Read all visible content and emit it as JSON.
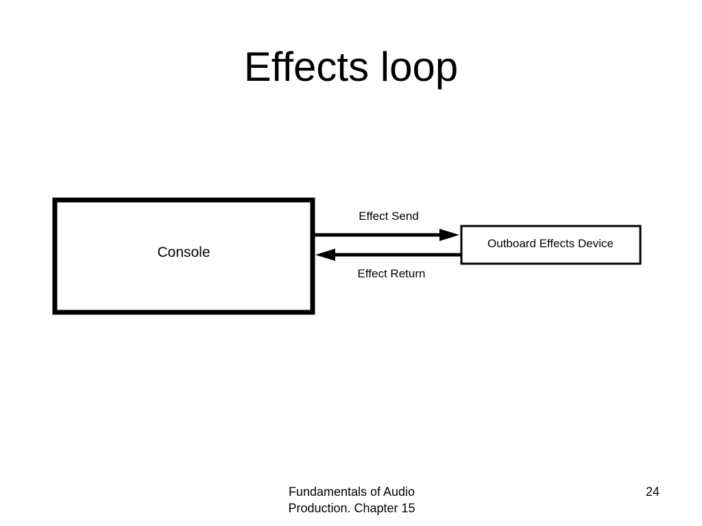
{
  "slide": {
    "title": "Effects loop",
    "footer_line1": "Fundamentals of Audio",
    "footer_line2": "Production. Chapter 15",
    "page_number": "24"
  },
  "diagram": {
    "console_label": "Console",
    "device_label": "Outboard Effects Device",
    "send_label": "Effect Send",
    "return_label": "Effect Return",
    "stroke_color": "#000000",
    "background_color": "#ffffff"
  }
}
